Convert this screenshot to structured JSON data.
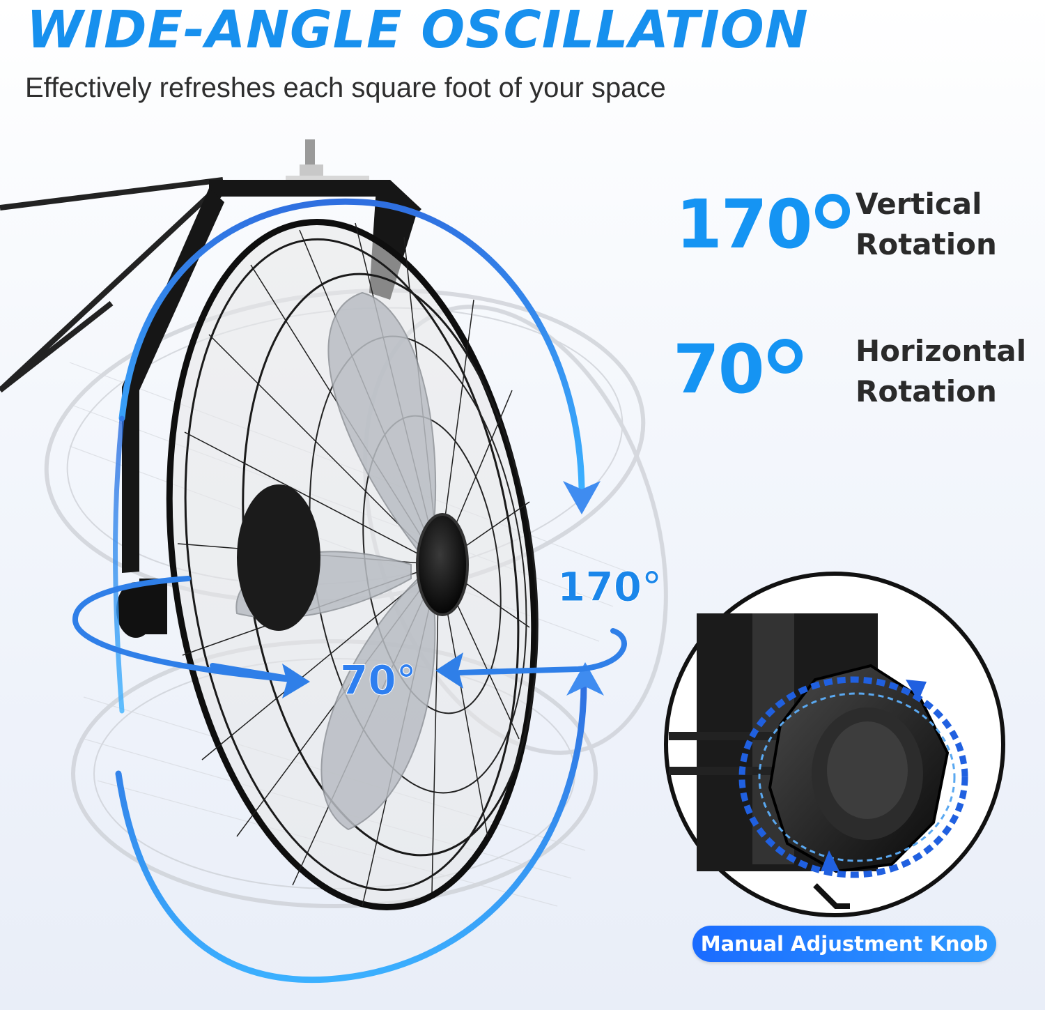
{
  "header": {
    "title": "WIDE-ANGLE OSCILLATION",
    "subtitle": "Effectively refreshes each square foot of your space"
  },
  "specs": [
    {
      "value": "170",
      "label": "Vertical\nRotation"
    },
    {
      "value": "70",
      "label": "Horizontal\nRotation"
    }
  ],
  "overlay": {
    "vertical_angle": "170°",
    "horizontal_angle": "70°"
  },
  "knob": {
    "label": "Manual Adjustment Knob"
  },
  "colors": {
    "accent": "#1594f3",
    "arrow_blue": "#2f7fe8",
    "badge_blue": "#1a6bff",
    "fan_black": "#111111"
  }
}
